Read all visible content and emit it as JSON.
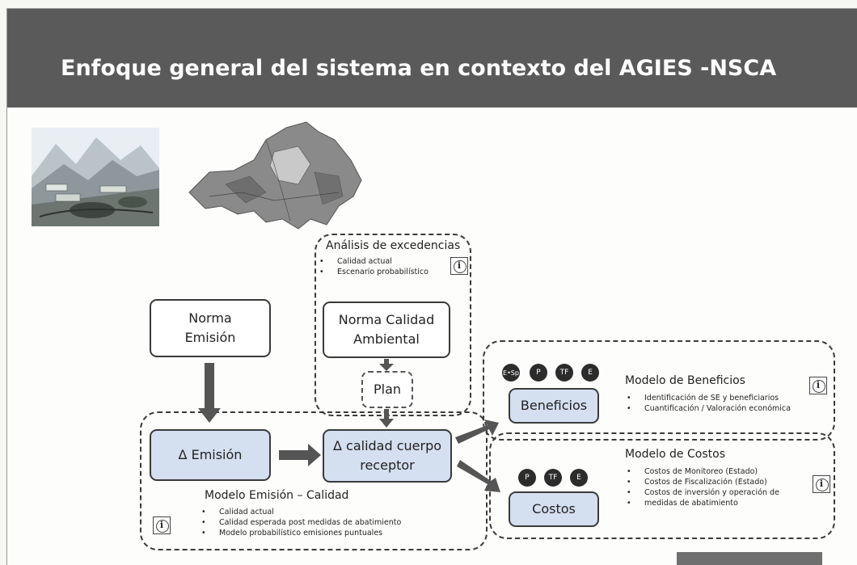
{
  "title": "Enfoque general del sistema en contexto del AGIES -NSCA",
  "boxes": {
    "norma_emision": "Norma\nEmisión",
    "norma_calidad": "Norma Calidad\nAmbiental",
    "plan": "Plan",
    "delta_emision": "Δ Emisión",
    "delta_calidad": "Δ calidad cuerpo\nreceptor",
    "beneficios": "Beneficios",
    "costos": "Costos"
  },
  "analisis": {
    "heading": "Análisis de excedencias",
    "items": [
      "Calidad actual",
      "Escenario probabilístico"
    ]
  },
  "modelo_emision": {
    "heading": "Modelo Emisión – Calidad",
    "items": [
      "Calidad actual",
      "Calidad esperada post medidas de abatimiento",
      "Modelo probabilístico emisiones puntuales"
    ]
  },
  "modelo_beneficios": {
    "heading": "Modelo de Beneficios",
    "items": [
      "Identificación de SE y beneficiarios",
      "Cuantificación / Valoración económica"
    ]
  },
  "modelo_costos": {
    "heading": "Modelo de Costos",
    "items": [
      "Costos de Monitoreo (Estado)",
      "Costos de Fiscalización (Estado)",
      "Costos de inversión y operación de",
      "medidas de abatimiento"
    ]
  },
  "benefit_circles": [
    "E•Sp",
    "P",
    "TF",
    "E"
  ],
  "cost_circles": [
    "P",
    "TF",
    "E"
  ],
  "info_symbol": "i",
  "images": [
    "landscape-illustration",
    "watershed-map"
  ]
}
